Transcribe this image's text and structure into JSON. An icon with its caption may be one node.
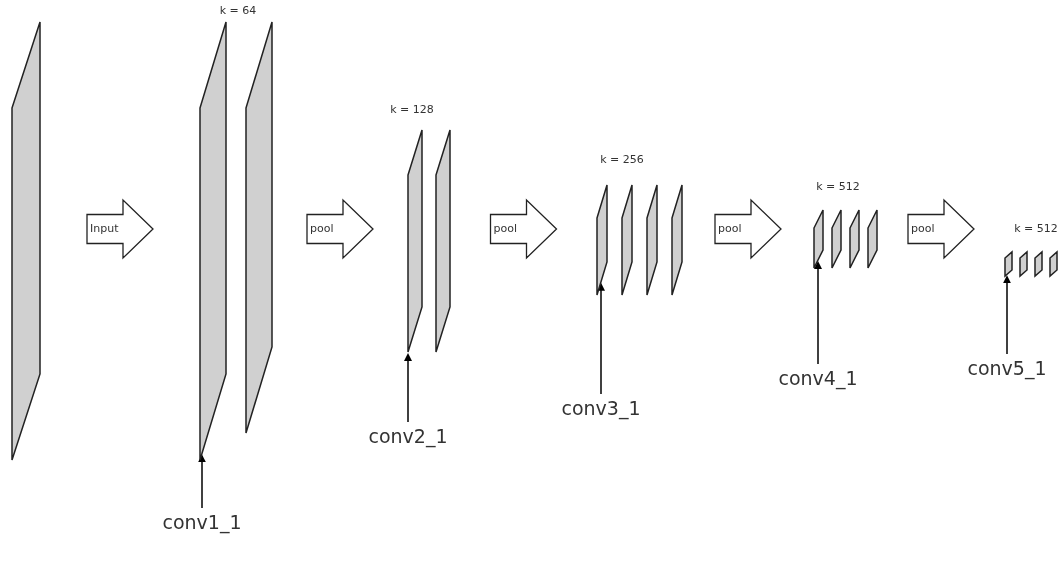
{
  "diagram": {
    "nodes": [
      {
        "text": [],
        "shape": "parallelogram"
      },
      {
        "text": [],
        "shape": "parallelogram"
      },
      {
        "text": [],
        "shape": "parallelogram"
      },
      {
        "text": [],
        "shape": "parallelogram"
      },
      {
        "text": [],
        "shape": "parallelogram"
      },
      {
        "text": [],
        "shape": "parallelogram"
      },
      {
        "text": [],
        "shape": "parallelogram"
      },
      {
        "text": [],
        "shape": "parallelogram"
      },
      {
        "text": [],
        "shape": "parallelogram"
      },
      {
        "text": [],
        "shape": "parallelogram"
      },
      {
        "text": [],
        "shape": "parallelogram"
      },
      {
        "text": [],
        "shape": "parallelogram"
      },
      {
        "text": [],
        "shape": "parallelogram"
      },
      {
        "text": [],
        "shape": "parallelogram"
      },
      {
        "text": [],
        "shape": "parallelogram"
      },
      {
        "text": [],
        "shape": "parallelogram"
      },
      {
        "text": [],
        "shape": "parallelogram"
      },
      {
        "text": [
          "conv1_1"
        ]
      },
      {
        "text": [
          "conv2_1"
        ]
      },
      {
        "text": [
          "conv3_1"
        ]
      },
      {
        "text": [
          "conv4_1"
        ]
      },
      {
        "text": [
          "conv5_1"
        ]
      }
    ],
    "edges": [
      {
        "from": 0,
        "to": 1,
        "arrow": "to",
        "label": "Input",
        "style": "thick"
      },
      {
        "from": 2,
        "to": 3,
        "arrow": "to",
        "label": "pool",
        "style": "thick"
      },
      {
        "from": 4,
        "to": 5,
        "arrow": "to",
        "label": "pool",
        "style": "thick"
      },
      {
        "from": 8,
        "to": 9,
        "arrow": "to",
        "label": "pool",
        "style": "thick"
      },
      {
        "from": 12,
        "to": 13,
        "arrow": "to",
        "label": "pool",
        "style": "thick"
      },
      {
        "from": 17,
        "to": 1,
        "arrow": "to"
      },
      {
        "from": 18,
        "to": 3,
        "arrow": "to"
      },
      {
        "from": 19,
        "to": 5,
        "arrow": "to"
      },
      {
        "from": 20,
        "to": 9,
        "arrow": "to"
      },
      {
        "from": 21,
        "to": 13,
        "arrow": "to"
      }
    ],
    "labels": [
      "k = 64",
      "k = 128",
      "k = 256",
      "k = 512",
      "k = 512"
    ]
  }
}
